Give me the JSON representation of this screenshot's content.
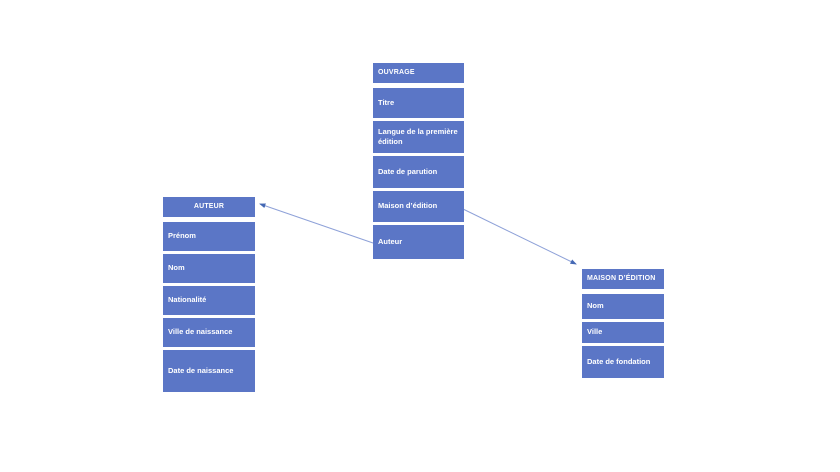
{
  "entities": {
    "ouvrage": {
      "title": "OUVRAGE",
      "fields": [
        "Titre",
        "Langue de la première édition",
        "Date de parution",
        "Maison d’édition",
        "Auteur"
      ]
    },
    "auteur": {
      "title": "AUTEUR",
      "fields": [
        "Prénom",
        "Nom",
        "Nationalité",
        "Ville de naissance",
        "Date de naissance"
      ]
    },
    "maison": {
      "title": "MAISON D’ÉDITION",
      "fields": [
        "Nom",
        "Ville",
        "Date de fondation"
      ]
    }
  },
  "relationships": [
    {
      "from_entity": "OUVRAGE",
      "from_field": "Auteur",
      "to_entity": "AUTEUR"
    },
    {
      "from_entity": "OUVRAGE",
      "from_field": "Maison d’édition",
      "to_entity": "MAISON D’ÉDITION"
    }
  ],
  "colors": {
    "cell_fill": "#5B76C6",
    "cell_text": "#FFFFFF",
    "connector_line": "#8EA1D8",
    "connector_arrow": "#4468B4",
    "background": "#FFFFFF"
  }
}
